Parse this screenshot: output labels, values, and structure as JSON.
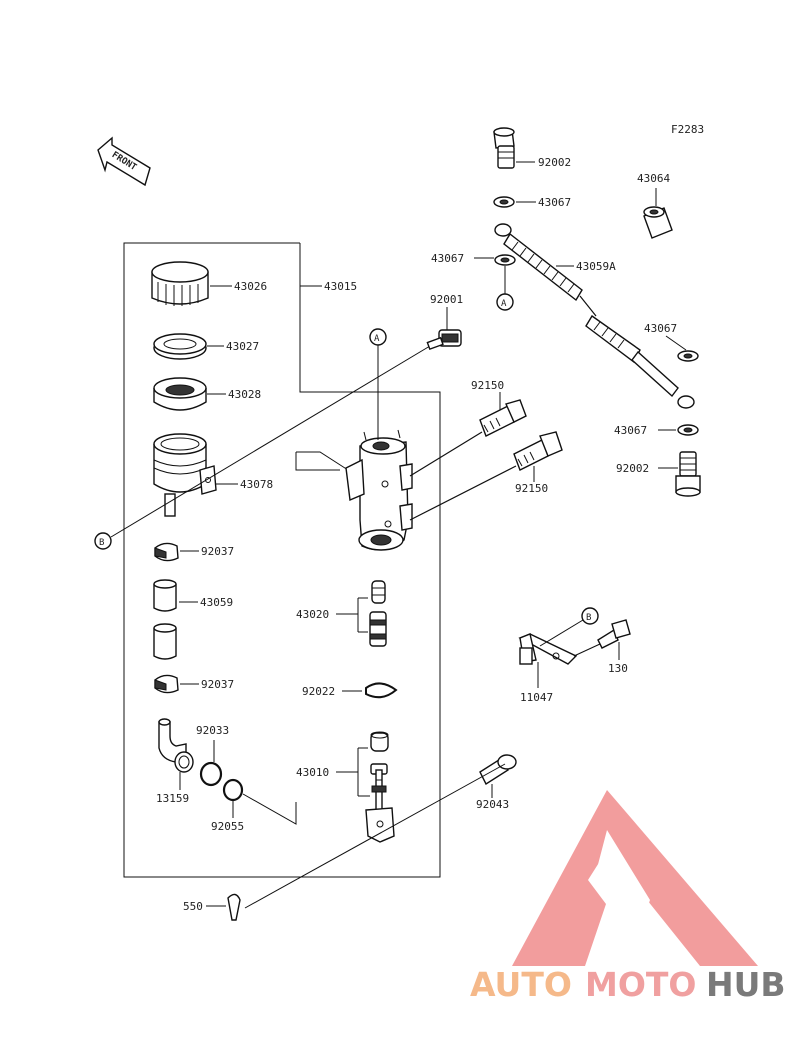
{
  "figure_code": "F2283",
  "front_label": "FRONT",
  "ref_a": "A",
  "ref_b": "B",
  "labels": {
    "p92002_top": "92002",
    "p43067_1": "43067",
    "p43064": "43064",
    "p43067_2": "43067",
    "p43059a": "43059A",
    "p43026": "43026",
    "p43015": "43015",
    "p92001": "92001",
    "p43067_3": "43067",
    "p43027": "43027",
    "p43028": "43028",
    "p92150_1": "92150",
    "p43067_4": "43067",
    "p43078": "43078",
    "p92002_bot": "92002",
    "p92150_2": "92150",
    "p92037_1": "92037",
    "p43059": "43059",
    "p43020": "43020",
    "p130": "130",
    "p11047": "11047",
    "p92037_2": "92037",
    "p92022": "92022",
    "p92033": "92033",
    "p43010": "43010",
    "p13159": "13159",
    "p92043": "92043",
    "p92055": "92055",
    "p550": "550"
  },
  "watermark": {
    "logo_icon": "triangle-m-logo",
    "text_part1": "AUTO",
    "text_part2": "MOTO",
    "text_part3": "HUB",
    "color_auto": "#f5b98a",
    "color_moto": "#f0a0a0",
    "color_hub": "#7a7a7a",
    "color_logo": "#f08c8c"
  }
}
